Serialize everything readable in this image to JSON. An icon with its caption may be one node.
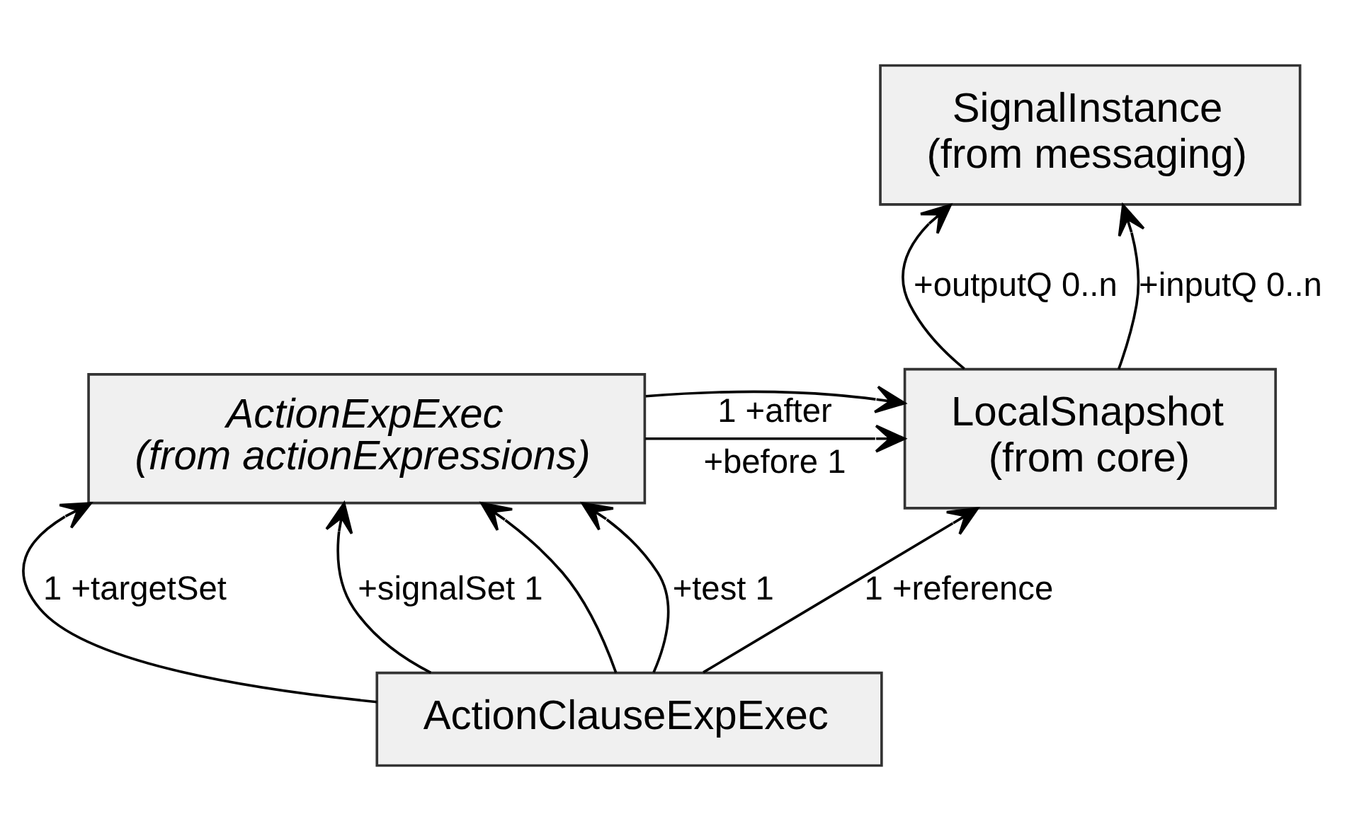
{
  "diagram": {
    "nodes": [
      {
        "text": [
          "SignalInstance",
          "(from messaging)"
        ]
      },
      {
        "text": [
          "ActionExpExec",
          "(from actionExpressions)"
        ]
      },
      {
        "text": [
          "LocalSnapshot",
          "(from core)"
        ]
      },
      {
        "text": [
          "ActionClauseExpExec"
        ]
      }
    ],
    "edges": [
      {
        "from": 2,
        "to": 0,
        "arrow": "to",
        "label": "+outputQ 0..n"
      },
      {
        "from": 2,
        "to": 0,
        "arrow": "to",
        "label": "+inputQ 0..n"
      },
      {
        "from": 1,
        "to": 2,
        "arrow": "to",
        "label": "+before 1"
      },
      {
        "from": 1,
        "to": 2,
        "arrow": "to",
        "label": "1 +after"
      },
      {
        "from": 3,
        "to": 1,
        "arrow": "to",
        "label": "1 +targetSet"
      },
      {
        "from": 3,
        "to": 1,
        "arrow": "to",
        "label": "+signalSet 1"
      },
      {
        "from": 3,
        "to": 1,
        "arrow": "to"
      },
      {
        "from": 3,
        "to": 1,
        "arrow": "to",
        "label": "+test 1"
      },
      {
        "from": 3,
        "to": 2,
        "arrow": "to",
        "label": "1 +reference"
      }
    ]
  }
}
